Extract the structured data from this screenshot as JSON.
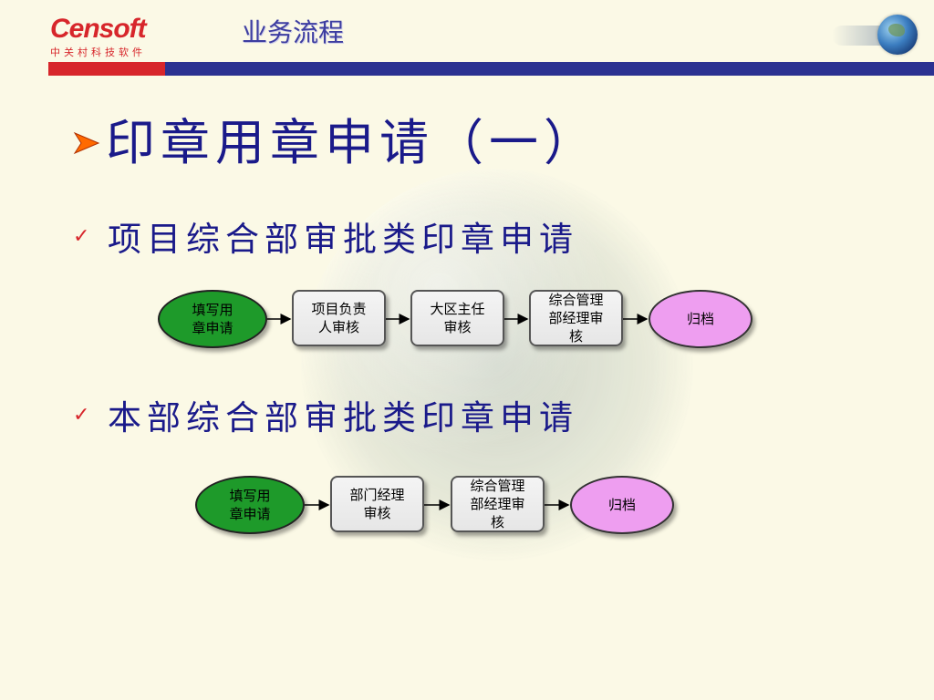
{
  "header": {
    "logo_text": "Censoft",
    "logo_subtitle": "中关村科技软件",
    "title": "业务流程",
    "brand_red": "#d7262b",
    "brand_blue": "#2b3291"
  },
  "heading": {
    "bullet_icon": "arrow-bullet-icon",
    "text": "印章用章申请（一）"
  },
  "sections": [
    {
      "check_icon": "checkmark-icon",
      "title": "项目综合部审批类印章申请",
      "flow": [
        {
          "lines": [
            "填写用",
            "章申请"
          ],
          "shape": "oval",
          "color": "#1e9a2a"
        },
        {
          "lines": [
            "项目负责",
            "人审核"
          ],
          "shape": "rect"
        },
        {
          "lines": [
            "大区主任",
            "审核"
          ],
          "shape": "rect"
        },
        {
          "lines": [
            "综合管理",
            "部经理审",
            "核"
          ],
          "shape": "rect"
        },
        {
          "lines": [
            "归档"
          ],
          "shape": "oval",
          "color": "#ee9ef0"
        }
      ]
    },
    {
      "check_icon": "checkmark-icon",
      "title": "本部综合部审批类印章申请",
      "flow": [
        {
          "lines": [
            "填写用",
            "章申请"
          ],
          "shape": "oval",
          "color": "#1e9a2a"
        },
        {
          "lines": [
            "部门经理",
            "审核"
          ],
          "shape": "rect"
        },
        {
          "lines": [
            "综合管理",
            "部经理审",
            "核"
          ],
          "shape": "rect"
        },
        {
          "lines": [
            "归档"
          ],
          "shape": "oval",
          "color": "#ee9ef0"
        }
      ]
    }
  ]
}
